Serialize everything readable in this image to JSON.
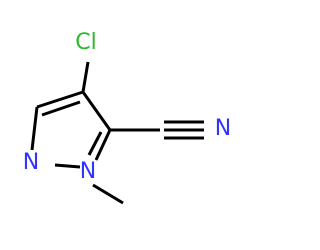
{
  "molecule": {
    "atoms": {
      "cl": {
        "label": "Cl",
        "color": "#2db82d"
      },
      "n_ring_left": {
        "label": "N",
        "color": "#3333ff"
      },
      "n_ring_bottom": {
        "label": "N",
        "color": "#3333ff"
      },
      "n_nitrile": {
        "label": "N",
        "color": "#3333ff"
      }
    },
    "bond_color": "#000000"
  }
}
